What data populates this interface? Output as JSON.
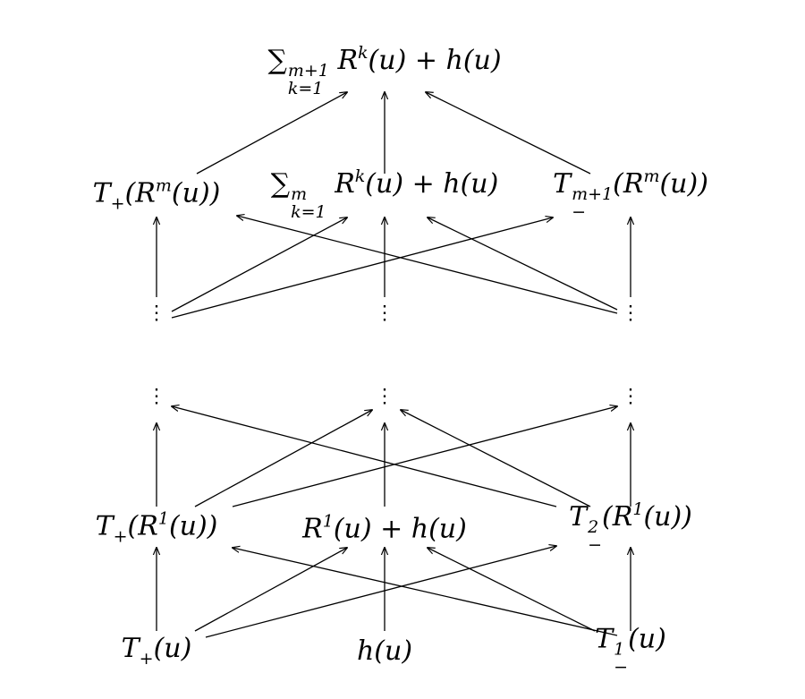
{
  "nodes": {
    "top_sum": {
      "sum": "∑",
      "sub": "k=1",
      "sup": "m+1",
      "body_R": "R",
      "body_k": "k",
      "tail": "(u) + h(u)"
    },
    "tplus_Rm": {
      "T": "T",
      "sub": "+",
      "open": "(R",
      "sup": "m",
      "tail": "(u))"
    },
    "mid_sum": {
      "sum": "∑",
      "sub": "k=1",
      "sup": "m",
      "body_R": "R",
      "body_k": "k",
      "tail": "(u) + h(u)"
    },
    "tminus_Rm": {
      "T": "T",
      "sub": "−",
      "sup": "m+1",
      "open": "(R",
      "sup2": "m",
      "tail": "(u))"
    },
    "tplus_R1": {
      "T": "T",
      "sub": "+",
      "open": "(R",
      "sup": "1",
      "tail": "(u))"
    },
    "r1_h": {
      "R": "R",
      "sup": "1",
      "tail": "(u) + h(u)"
    },
    "tminus2_R1": {
      "T": "T",
      "sub": "−",
      "sup": "2",
      "open": "(R",
      "sup2": "1",
      "tail": "(u))"
    },
    "tplus_u": {
      "T": "T",
      "sub": "+",
      "tail": "(u)"
    },
    "h_u": {
      "text": "h(u)"
    },
    "tminus1_u": {
      "T": "T",
      "sub": "−",
      "sup": "1",
      "tail": "(u)"
    }
  },
  "dots_symbol": "⋮"
}
